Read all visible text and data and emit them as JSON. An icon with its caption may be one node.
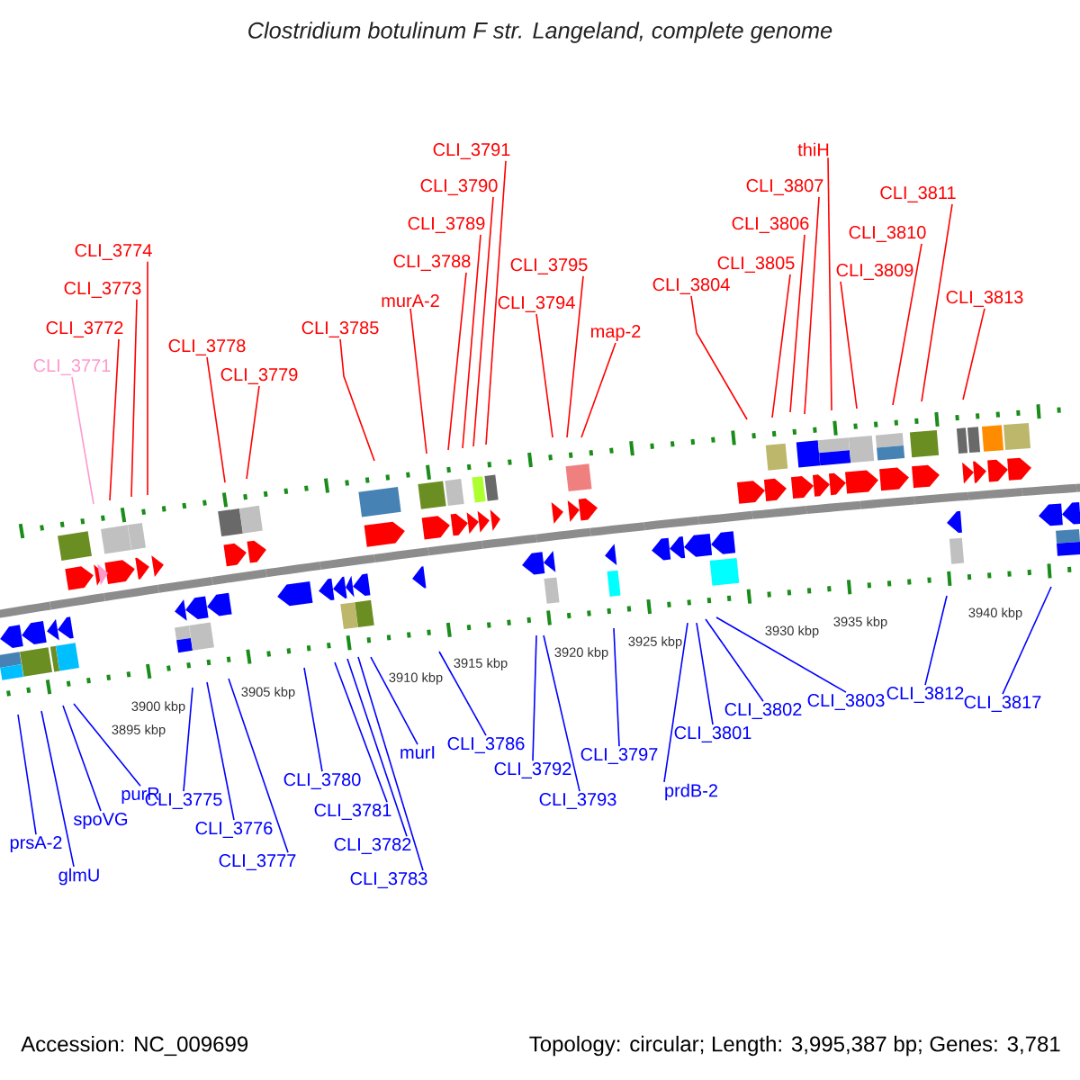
{
  "diagram": {
    "title": "Clostridium botulinum F str. Langeland, complete genome",
    "nodes": [
      {
        "text": [
          "CLI_3771"
        ]
      },
      {
        "text": [
          "CLI_3772"
        ]
      },
      {
        "text": [
          "CLI_3773"
        ]
      },
      {
        "text": [
          "CLI_3774"
        ]
      },
      {
        "text": [
          "CLI_3778"
        ]
      },
      {
        "text": [
          "CLI_3779"
        ]
      },
      {
        "text": [
          "CLI_3785"
        ]
      },
      {
        "text": [
          "murA-2"
        ]
      },
      {
        "text": [
          "CLI_3788"
        ]
      },
      {
        "text": [
          "CLI_3789"
        ]
      },
      {
        "text": [
          "CLI_3790"
        ]
      },
      {
        "text": [
          "CLI_3791"
        ]
      },
      {
        "text": [
          "CLI_3794"
        ]
      },
      {
        "text": [
          "CLI_3795"
        ]
      },
      {
        "text": [
          "map-2"
        ]
      },
      {
        "text": [
          "CLI_3804"
        ]
      },
      {
        "text": [
          "CLI_3805"
        ]
      },
      {
        "text": [
          "CLI_3806"
        ]
      },
      {
        "text": [
          "CLI_3807"
        ]
      },
      {
        "text": [
          "thiH"
        ]
      },
      {
        "text": [
          "CLI_3809"
        ]
      },
      {
        "text": [
          "CLI_3810"
        ]
      },
      {
        "text": [
          "CLI_3811"
        ]
      },
      {
        "text": [
          "CLI_3813"
        ]
      },
      {
        "text": [
          "prsA-2"
        ]
      },
      {
        "text": [
          "glmU"
        ]
      },
      {
        "text": [
          "spoVG"
        ]
      },
      {
        "text": [
          "purR"
        ]
      },
      {
        "text": [
          "CLI_3775"
        ]
      },
      {
        "text": [
          "CLI_3776"
        ]
      },
      {
        "text": [
          "CLI_3777"
        ]
      },
      {
        "text": [
          "CLI_3780"
        ]
      },
      {
        "text": [
          "CLI_3781"
        ]
      },
      {
        "text": [
          "CLI_3782"
        ]
      },
      {
        "text": [
          "CLI_3783"
        ]
      },
      {
        "text": [
          "murI"
        ]
      },
      {
        "text": [
          "CLI_3786"
        ]
      },
      {
        "text": [
          "CLI_3792"
        ]
      },
      {
        "text": [
          "CLI_3793"
        ]
      },
      {
        "text": [
          "CLI_3797"
        ]
      },
      {
        "text": [
          "CLI_3801"
        ]
      },
      {
        "text": [
          "prdB-2"
        ]
      },
      {
        "text": [
          "CLI_3802"
        ]
      },
      {
        "text": [
          "CLI_3803"
        ]
      },
      {
        "text": [
          "CLI_3812"
        ]
      },
      {
        "text": [
          "CLI_3817"
        ]
      }
    ],
    "edges": [
      {
        "from": 0,
        "to": null,
        "arrow": "none",
        "color": "#ff99cc"
      },
      {
        "from": 1,
        "to": null,
        "arrow": "none"
      },
      {
        "from": 2,
        "to": null,
        "arrow": "none"
      },
      {
        "from": 3,
        "to": null,
        "arrow": "none"
      },
      {
        "from": 4,
        "to": null,
        "arrow": "none"
      },
      {
        "from": 5,
        "to": null,
        "arrow": "none"
      },
      {
        "from": 6,
        "to": null,
        "arrow": "none"
      },
      {
        "from": 7,
        "to": null,
        "arrow": "none"
      },
      {
        "from": 8,
        "to": null,
        "arrow": "none"
      },
      {
        "from": 9,
        "to": null,
        "arrow": "none"
      },
      {
        "from": 10,
        "to": null,
        "arrow": "none"
      },
      {
        "from": 11,
        "to": null,
        "arrow": "none"
      },
      {
        "from": 12,
        "to": null,
        "arrow": "none"
      },
      {
        "from": 13,
        "to": null,
        "arrow": "none"
      },
      {
        "from": 14,
        "to": null,
        "arrow": "none"
      },
      {
        "from": 15,
        "to": null,
        "arrow": "none"
      },
      {
        "from": 16,
        "to": null,
        "arrow": "none"
      },
      {
        "from": 17,
        "to": null,
        "arrow": "none"
      },
      {
        "from": 18,
        "to": null,
        "arrow": "none"
      },
      {
        "from": 19,
        "to": null,
        "arrow": "none"
      },
      {
        "from": 20,
        "to": null,
        "arrow": "none"
      },
      {
        "from": 21,
        "to": null,
        "arrow": "none"
      },
      {
        "from": 22,
        "to": null,
        "arrow": "none"
      },
      {
        "from": 23,
        "to": null,
        "arrow": "none"
      },
      {
        "from": 24,
        "to": null,
        "arrow": "none",
        "color": "#0000ff"
      },
      {
        "from": 25,
        "to": null,
        "arrow": "none",
        "color": "#0000ff"
      },
      {
        "from": 26,
        "to": null,
        "arrow": "none",
        "color": "#0000ff"
      },
      {
        "from": 27,
        "to": null,
        "arrow": "none",
        "color": "#0000ff"
      },
      {
        "from": 28,
        "to": null,
        "arrow": "none",
        "color": "#0000ff"
      },
      {
        "from": 29,
        "to": null,
        "arrow": "none",
        "color": "#0000ff"
      },
      {
        "from": 30,
        "to": null,
        "arrow": "none",
        "color": "#0000ff"
      },
      {
        "from": 31,
        "to": null,
        "arrow": "none",
        "color": "#0000ff"
      },
      {
        "from": 32,
        "to": null,
        "arrow": "none",
        "color": "#0000ff"
      },
      {
        "from": 33,
        "to": null,
        "arrow": "none",
        "color": "#0000ff"
      },
      {
        "from": 34,
        "to": null,
        "arrow": "none",
        "color": "#0000ff"
      },
      {
        "from": 35,
        "to": null,
        "arrow": "none",
        "color": "#0000ff"
      },
      {
        "from": 36,
        "to": null,
        "arrow": "none",
        "color": "#0000ff"
      },
      {
        "from": 37,
        "to": null,
        "arrow": "none",
        "color": "#0000ff"
      },
      {
        "from": 38,
        "to": null,
        "arrow": "none",
        "color": "#0000ff"
      },
      {
        "from": 39,
        "to": null,
        "arrow": "none",
        "color": "#0000ff"
      },
      {
        "from": 40,
        "to": null,
        "arrow": "none",
        "color": "#0000ff"
      },
      {
        "from": 41,
        "to": null,
        "arrow": "none",
        "color": "#0000ff"
      },
      {
        "from": 42,
        "to": null,
        "arrow": "none",
        "color": "#0000ff"
      },
      {
        "from": 43,
        "to": null,
        "arrow": "none",
        "color": "#0000ff"
      },
      {
        "from": 44,
        "to": null,
        "arrow": "none",
        "color": "#0000ff"
      },
      {
        "from": 45,
        "to": null,
        "arrow": "none",
        "color": "#0000ff"
      }
    ],
    "labels": [
      "3895 kbp",
      "3900 kbp",
      "3905 kbp",
      "3910 kbp",
      "3915 kbp",
      "3920 kbp",
      "3925 kbp",
      "3930 kbp",
      "3935 kbp",
      "3940 kbp",
      "Accession: NC_009699",
      "Topology: circular; Length: 3,995,387 bp; Genes: 3,781"
    ]
  }
}
